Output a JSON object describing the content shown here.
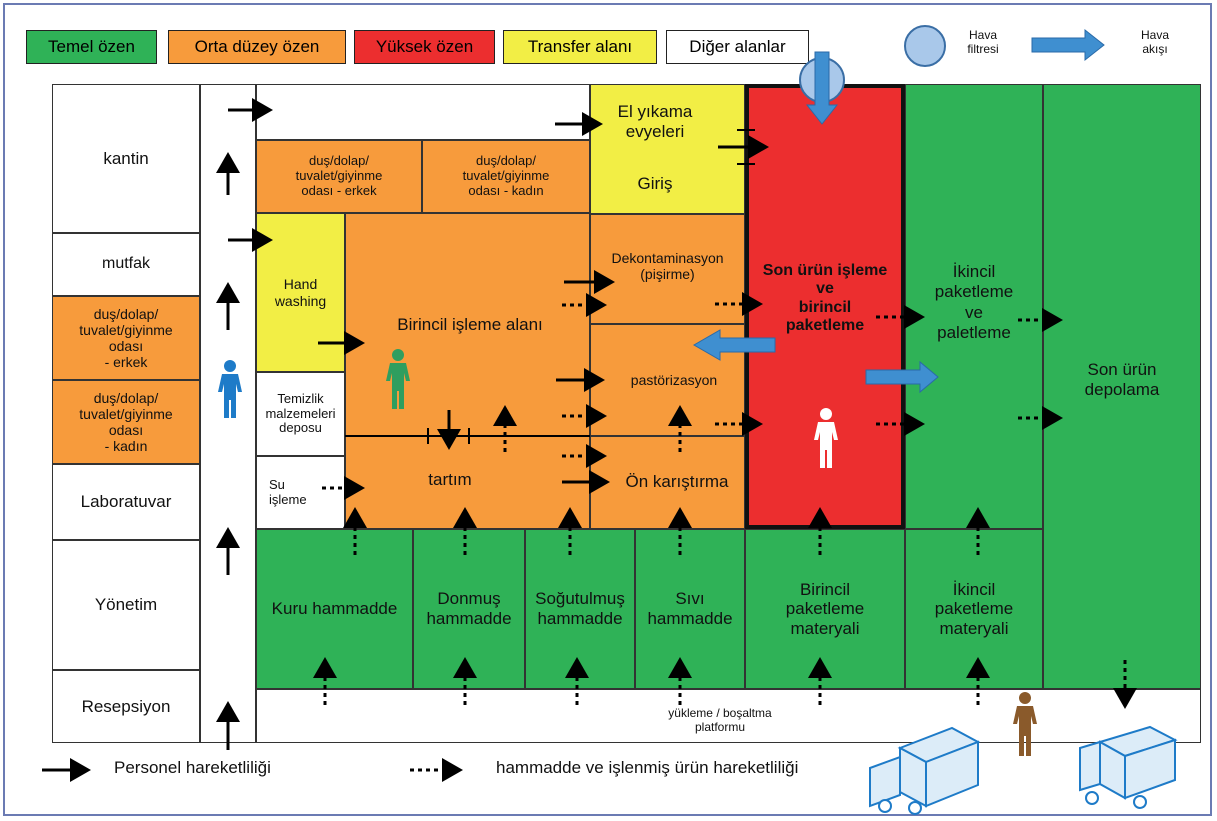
{
  "legend": {
    "temel": "Temel özen",
    "orta": "Orta düzey özen",
    "yuksek": "Yüksek özen",
    "transfer": "Transfer alanı",
    "diger": "Diğer alanlar",
    "hava_filtresi": "Hava\nfiltresi",
    "hava_akisi": "Hava\nakışı"
  },
  "left_column": {
    "kantin": "kantin",
    "mutfak": "mutfak",
    "dus_erkek": "duş/dolap/\ntuvalet/giyinme\nodası\n- erkek",
    "dus_kadin": "duş/dolap/\ntuvalet/giyinme\nodası\n- kadın",
    "laboratuvar": "Laboratuvar",
    "yonetim": "Yönetim",
    "resepsiyon": "Resepsiyon"
  },
  "rooms": {
    "dus_erkek_top": "duş/dolap/\ntuvalet/giyinme\nodası - erkek",
    "dus_kadin_top": "duş/dolap/\ntuvalet/giyinme\nodası - kadın",
    "el_yikama": "El yıkama\nevyeleri",
    "giris": "Giriş",
    "hand_washing": "Hand\nwashing",
    "birincil_isleme": "Birincil işleme alanı",
    "dekontaminasyon": "Dekontaminasyon\n(pişirme)",
    "pastorizasyon": "pastörizasyon",
    "temizlik": "Temizlik\nmalzemeleri\ndeposu",
    "su_isleme": "Su\nişleme",
    "tartim": "tartım",
    "on_karistirma": "Ön karıştırma",
    "son_urun_isleme": "Son ürün işleme\nve\nbirincil\npaketleme",
    "ikincil_paketleme": "İkincil\npaketleme\nve\npaletleme",
    "son_urun_depolama": "Son ürün\ndepolama",
    "kuru": "Kuru hammadde",
    "donmus": "Donmuş\nhammadde",
    "sogutulmus": "Soğutulmuş\nhammadde",
    "sivi": "Sıvı\nhammadde",
    "birincil_materyal": "Birincil\npaketleme\nmateryali",
    "ikincil_materyal": "İkincil\npaketleme\nmateryali",
    "platform": "yükleme / boşaltma\nplatformu"
  },
  "footer": {
    "personel": "Personel hareketliliği",
    "hammadde": "hammadde ve işlenmiş ürün hareketliliği"
  },
  "colors": {
    "temel": "#2fb257",
    "orta": "#f79b3c",
    "yuksek": "#ec2e2f",
    "transfer": "#f2ee45",
    "air": "#3f8fd0",
    "filter": "#a9c8ea"
  }
}
